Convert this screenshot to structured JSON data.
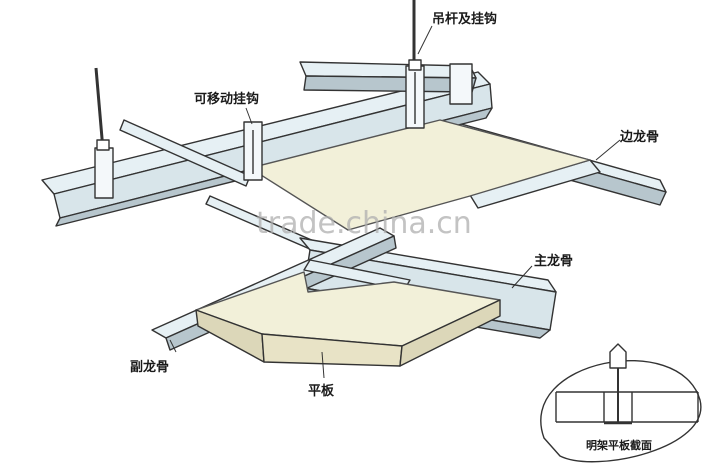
{
  "labels": {
    "hanger_rod": "吊杆及挂钩",
    "movable_hook": "可移动挂钩",
    "edge_keel": "边龙骨",
    "main_keel": "主龙骨",
    "secondary_keel": "副龙骨",
    "flat_panel": "平板"
  },
  "inset": {
    "caption": "明架平板截面"
  },
  "watermark": "trade.china.cn",
  "colors": {
    "line": "#333333",
    "steel": "#e6f0f4",
    "steel_dark": "#b7c6cd",
    "panel": "#f2f0d9",
    "panel_side": "#dcd7b9"
  }
}
